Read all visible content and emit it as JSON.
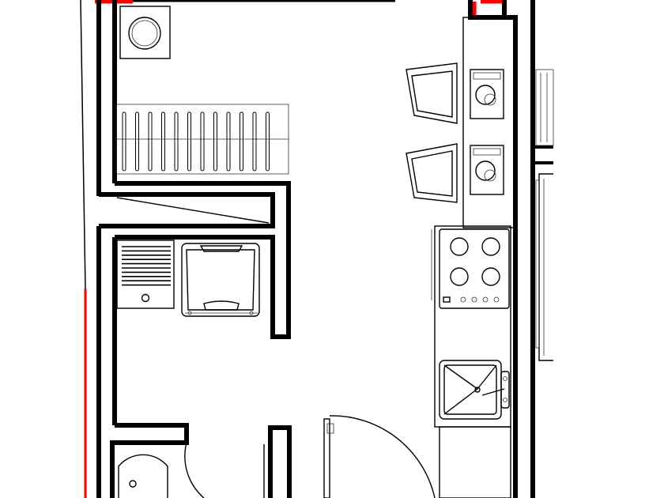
{
  "drawing": {
    "type": "floor-plan",
    "colors": {
      "wall": "#000000",
      "line": "#000000",
      "boundary_accent": "#ff0000",
      "background": "#ffffff"
    },
    "fixtures": [
      "round-drain",
      "radiator",
      "countertop-with-sink",
      "washing-machine",
      "bar-stool",
      "bar-stool",
      "bar-counter-appliance",
      "bar-counter-appliance",
      "cooktop-four-burner",
      "kitchen-sink",
      "entry-door",
      "washbasin"
    ]
  }
}
